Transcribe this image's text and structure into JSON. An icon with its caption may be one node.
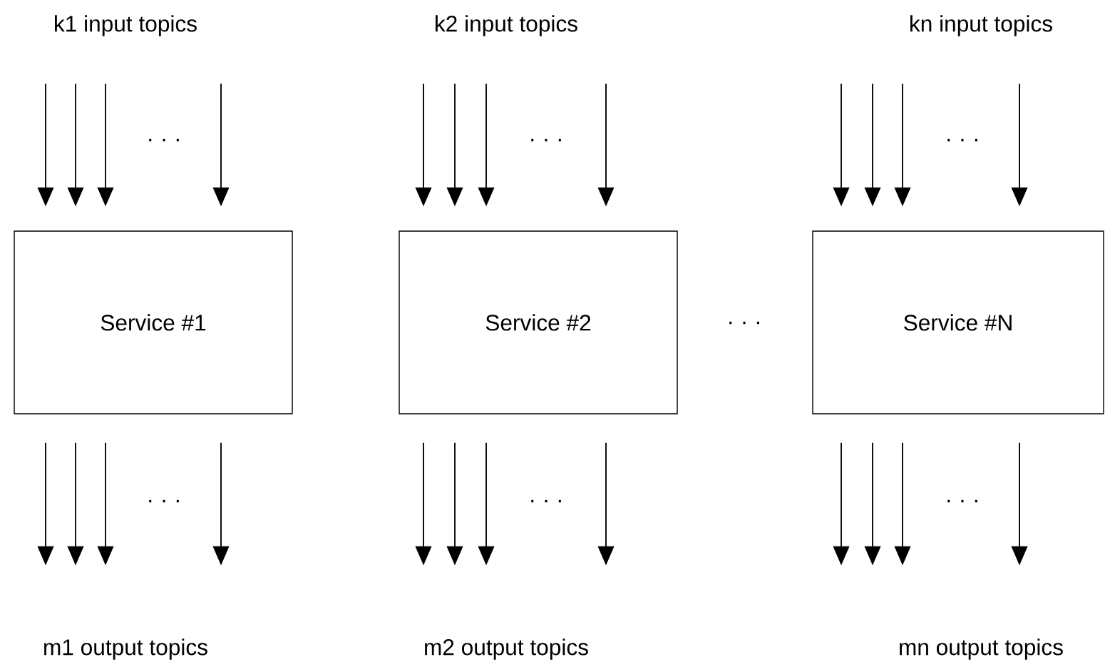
{
  "diagram": {
    "nodes": [
      {
        "text": [
          "k1 input topics"
        ]
      },
      {
        "text": [
          "k2 input topics"
        ]
      },
      {
        "text": [
          "kn input topics"
        ]
      },
      {
        "text": [
          "Service #1"
        ]
      },
      {
        "text": [
          "Service #2"
        ]
      },
      {
        "text": [
          "Service #N"
        ]
      },
      {
        "text": [
          "m1 output topics"
        ]
      },
      {
        "text": [
          "m2 output topics"
        ]
      },
      {
        "text": [
          "mn output topics"
        ]
      }
    ],
    "edges": [
      {
        "from": 0,
        "to": 3,
        "arrow": "to"
      },
      {
        "from": 0,
        "to": 3,
        "arrow": "to"
      },
      {
        "from": 0,
        "to": 3,
        "arrow": "to"
      },
      {
        "from": 0,
        "to": 3,
        "arrow": "to"
      },
      {
        "from": 3,
        "to": 6,
        "arrow": "to"
      },
      {
        "from": 3,
        "to": 6,
        "arrow": "to"
      },
      {
        "from": 3,
        "to": 6,
        "arrow": "to"
      },
      {
        "from": 3,
        "to": 6,
        "arrow": "to"
      },
      {
        "from": 1,
        "to": 4,
        "arrow": "to"
      },
      {
        "from": 1,
        "to": 4,
        "arrow": "to"
      },
      {
        "from": 1,
        "to": 4,
        "arrow": "to"
      },
      {
        "from": 1,
        "to": 4,
        "arrow": "to"
      },
      {
        "from": 4,
        "to": 7,
        "arrow": "to"
      },
      {
        "from": 4,
        "to": 7,
        "arrow": "to"
      },
      {
        "from": 4,
        "to": 7,
        "arrow": "to"
      },
      {
        "from": 4,
        "to": 7,
        "arrow": "to"
      },
      {
        "from": 2,
        "to": 5,
        "arrow": "to"
      },
      {
        "from": 2,
        "to": 5,
        "arrow": "to"
      },
      {
        "from": 2,
        "to": 5,
        "arrow": "to"
      },
      {
        "from": 2,
        "to": 5,
        "arrow": "to"
      },
      {
        "from": 5,
        "to": 8,
        "arrow": "to"
      },
      {
        "from": 5,
        "to": 8,
        "arrow": "to"
      },
      {
        "from": 5,
        "to": 8,
        "arrow": "to"
      },
      {
        "from": 5,
        "to": 8,
        "arrow": "to"
      }
    ],
    "labels": [
      "· · ·",
      "· · ·",
      "· · ·",
      "· · ·",
      "· · ·",
      "· · ·",
      "· · ·"
    ]
  }
}
